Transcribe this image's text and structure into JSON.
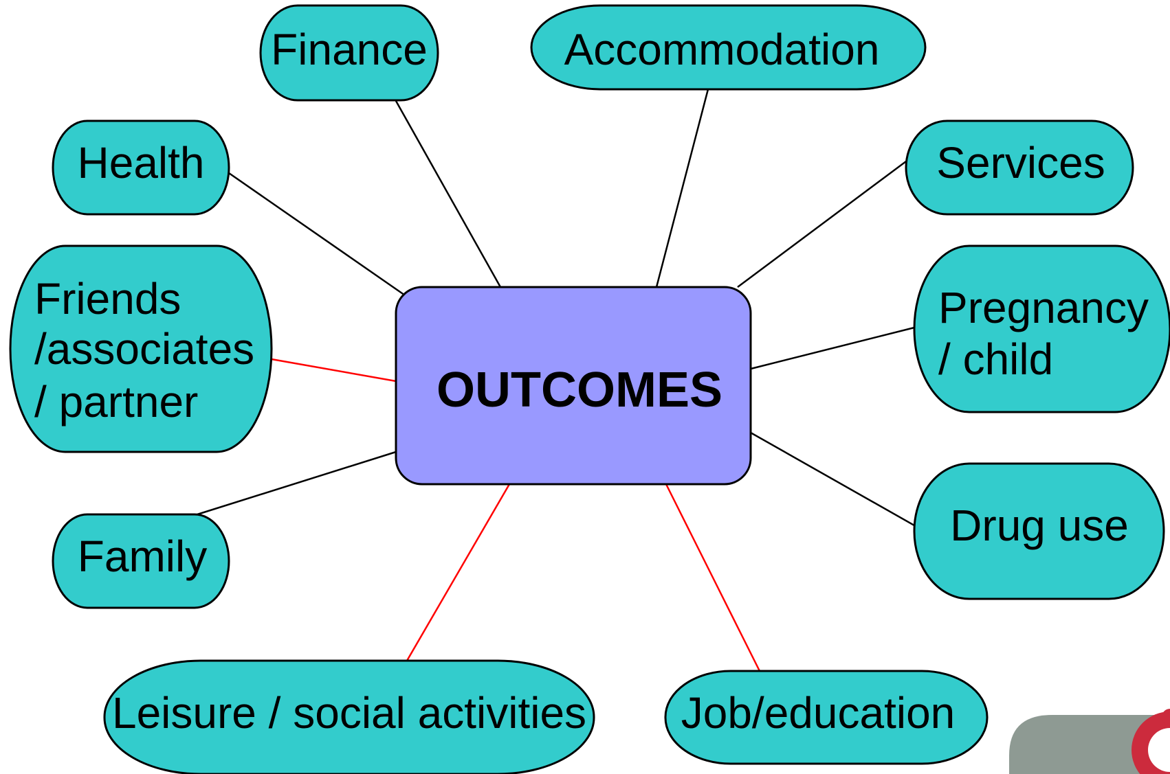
{
  "colors": {
    "node_fill": "#33CCCC",
    "center_fill": "#9999FF",
    "outline": "#000000",
    "connector_black": "#000000",
    "connector_red": "#FF0000",
    "logo_gray": "#8E9A93",
    "logo_red": "#CC2B3D"
  },
  "center": {
    "label": "OUTCOMES"
  },
  "nodes": [
    {
      "id": "finance",
      "lines": [
        "Finance"
      ],
      "connector": "black"
    },
    {
      "id": "accommodation",
      "lines": [
        "Accommodation"
      ],
      "connector": "black"
    },
    {
      "id": "health",
      "lines": [
        "Health"
      ],
      "connector": "black"
    },
    {
      "id": "services",
      "lines": [
        "Services"
      ],
      "connector": "black"
    },
    {
      "id": "friends",
      "lines": [
        "Friends",
        "/associates",
        "/ partner"
      ],
      "connector": "red"
    },
    {
      "id": "pregnancy",
      "lines": [
        "Pregnancy",
        "/ child"
      ],
      "connector": "black"
    },
    {
      "id": "family",
      "lines": [
        "Family"
      ],
      "connector": "black"
    },
    {
      "id": "drug-use",
      "lines": [
        "Drug use"
      ],
      "connector": "black"
    },
    {
      "id": "leisure",
      "lines": [
        "Leisure / social activities"
      ],
      "connector": "red"
    },
    {
      "id": "job-education",
      "lines": [
        "Job/education"
      ],
      "connector": "red"
    }
  ],
  "logo": {
    "icon": "corner-logo-icon"
  }
}
